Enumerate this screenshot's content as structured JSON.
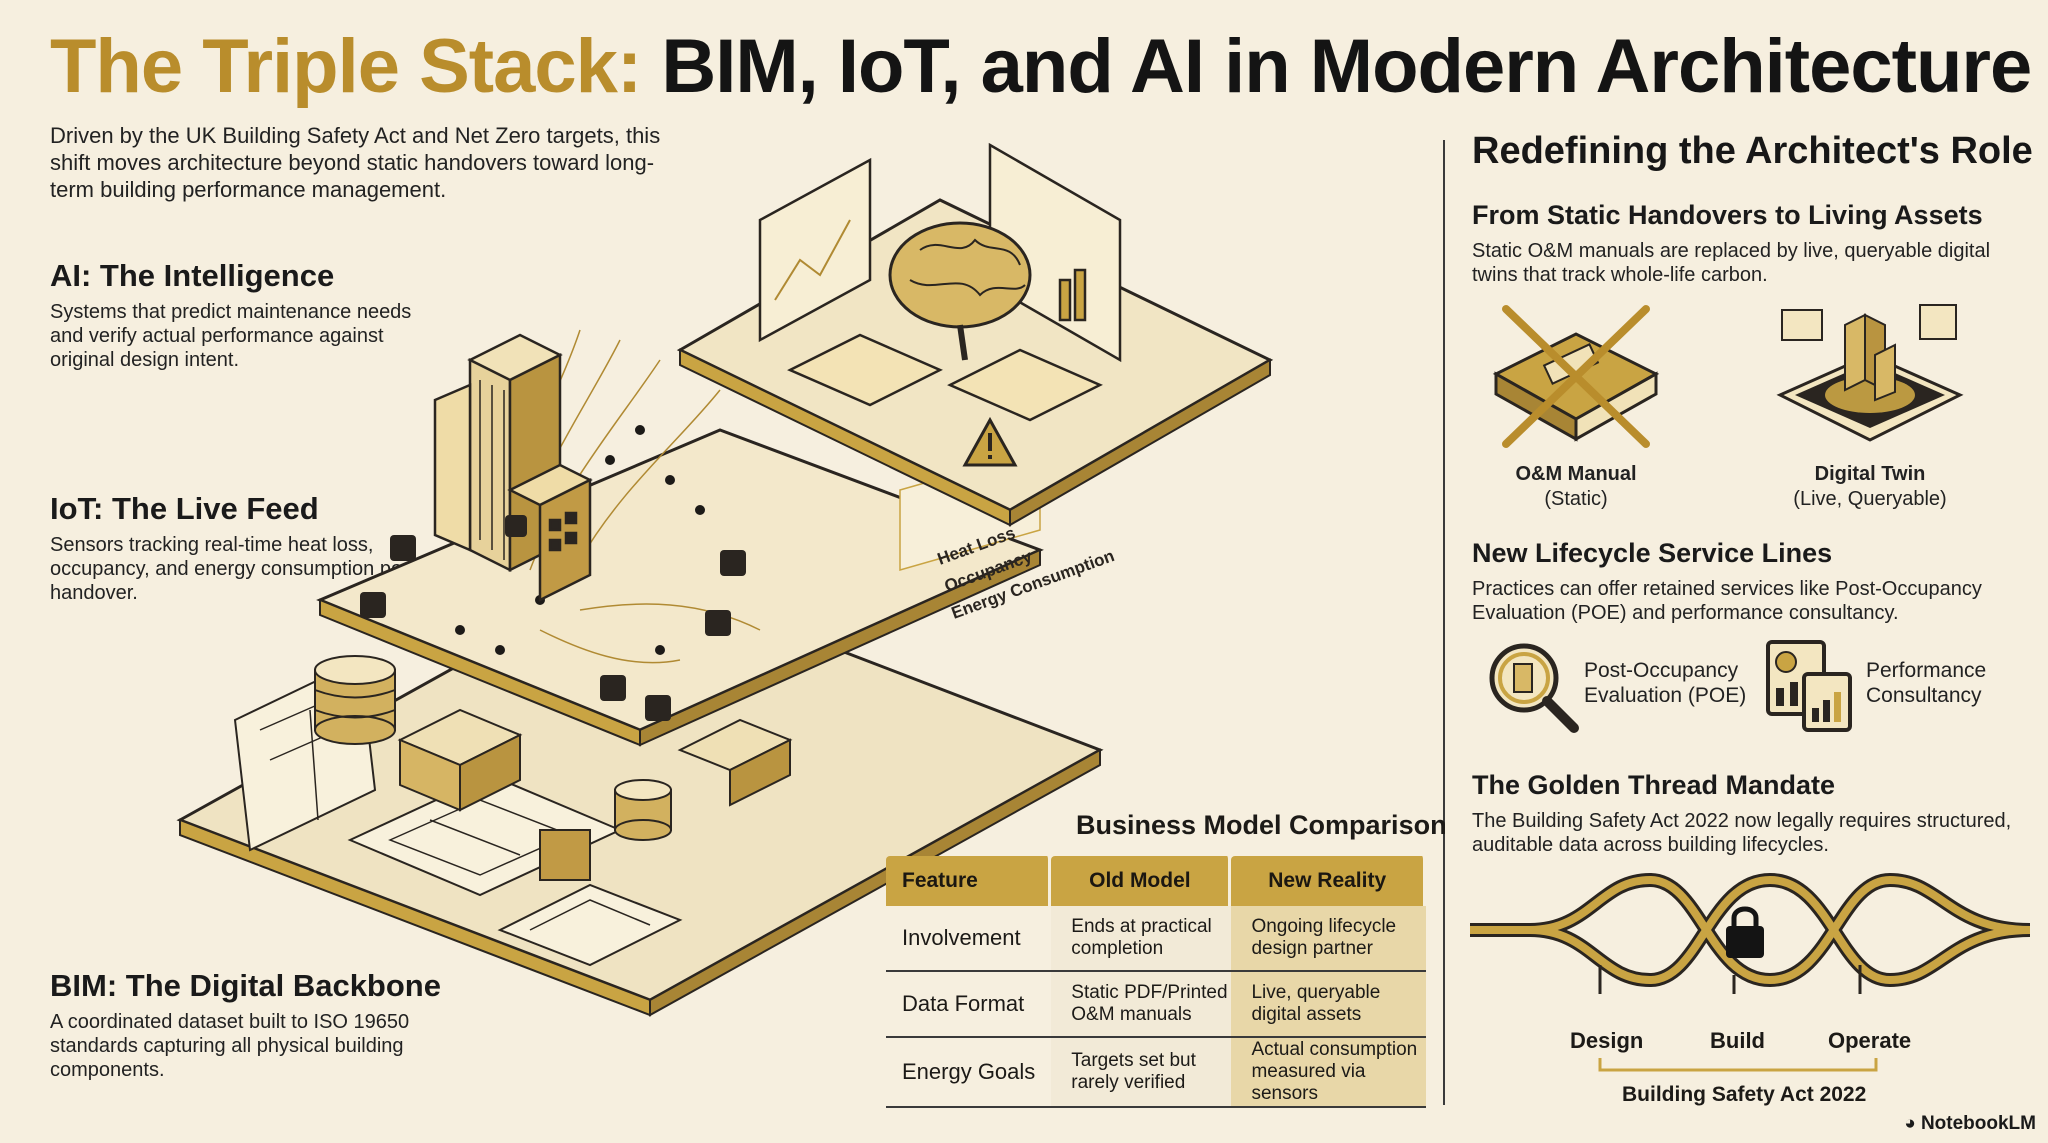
{
  "title": {
    "part1": "The Triple Stack:",
    "part2": "BIM, IoT, and AI in Modern Architecture"
  },
  "intro": "Driven by the UK Building Safety Act and Net Zero targets, this shift moves architecture beyond static handovers toward long-term building performance management.",
  "layers": {
    "ai": {
      "heading": "AI: The Intelligence",
      "text": "Systems that predict maintenance needs and verify actual performance against original design intent."
    },
    "iot": {
      "heading": "IoT: The Live Feed",
      "text": "Sensors tracking real-time heat loss, occupancy, and energy consumption post-handover."
    },
    "bim": {
      "heading": "BIM: The Digital Backbone",
      "text": "A coordinated dataset built to ISO 19650 standards capturing all physical building components."
    }
  },
  "illustration": {
    "sensor_panel_lines": [
      "Heat Loss",
      "Occupancy",
      "Energy Consumption"
    ]
  },
  "right": {
    "heading": "Redefining the Architect's Role",
    "static": {
      "heading": "From Static Handovers to Living Assets",
      "text": "Static O&M manuals are replaced by live, queryable digital twins that track whole-life carbon.",
      "manual_title": "O&M Manual",
      "manual_sub": "(Static)",
      "twin_title": "Digital Twin",
      "twin_sub": "(Live, Queryable)"
    },
    "services": {
      "heading": "New Lifecycle Service Lines",
      "text": "Practices can offer retained services like Post-Occupancy Evaluation (POE) and performance consultancy.",
      "poe_line1": "Post-Occupancy",
      "poe_line2": "Evaluation (POE)",
      "perf_line1": "Performance",
      "perf_line2": "Consultancy"
    },
    "golden": {
      "heading": "The Golden Thread Mandate",
      "text": "The Building Safety Act 2022 now legally requires structured, auditable data across building lifecycles.",
      "stages": [
        "Design",
        "Build",
        "Operate"
      ],
      "bracket_label": "Building Safety Act 2022"
    }
  },
  "comparison": {
    "title": "Business Model Comparison",
    "headers": [
      "Feature",
      "Old Model",
      "New Reality"
    ],
    "rows": [
      {
        "feature": "Involvement",
        "old": "Ends at practical completion",
        "new": "Ongoing lifecycle design partner"
      },
      {
        "feature": "Data Format",
        "old": "Static PDF/Printed O&M manuals",
        "new": "Live, queryable digital assets"
      },
      {
        "feature": "Energy Goals",
        "old": "Targets set but rarely verified",
        "new": "Actual consumption measured via sensors"
      }
    ]
  },
  "footer": "NotebookLM",
  "colors": {
    "gold": "#b98d2c",
    "tan": "#c9a443",
    "paper": "#f6efdf",
    "ink": "#1c1a17"
  }
}
